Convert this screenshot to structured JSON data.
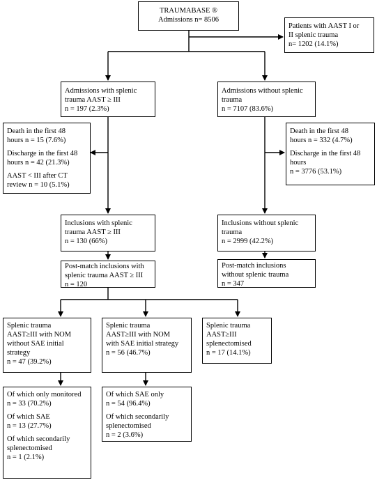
{
  "boxes": {
    "traumabase": {
      "lines": [
        "TRAUMABASE ®",
        "Admissions n= 8506"
      ]
    },
    "aast_low": {
      "lines": [
        "Patients with AAST I or",
        "II splenic trauma",
        "n= 1202 (14.1%)"
      ]
    },
    "splenic_adm": {
      "lines": [
        "Admissions with splenic",
        "trauma AAST ≥ III",
        "n = 197 (2.3%)"
      ]
    },
    "nonsplenic_adm": {
      "lines": [
        "Admissions without splenic",
        "trauma",
        "n = 7107 (83.6%)"
      ]
    },
    "excl_left": {
      "paras": [
        [
          "Death in the first 48",
          "hours n = 15 (7.6%)"
        ],
        [
          "Discharge in the first 48",
          "hours n = 42 (21.3%)"
        ],
        [
          "AAST < III after CT",
          "review n = 10 (5.1%)"
        ]
      ]
    },
    "excl_right": {
      "paras": [
        [
          "Death in the first 48",
          "hours n = 332 (4.7%)"
        ],
        [
          "Discharge in the first 48",
          "hours",
          "n = 3776 (53.1%)"
        ]
      ]
    },
    "incl_splenic": {
      "lines": [
        "Inclusions with splenic",
        "trauma AAST ≥ III",
        "n = 130 (66%)"
      ]
    },
    "incl_nonsplenic": {
      "lines": [
        "Inclusions without splenic",
        "trauma",
        "n = 2999 (42.2%)"
      ]
    },
    "pm_splenic": {
      "lines": [
        "Post-match inclusions with",
        "splenic trauma AAST ≥ III",
        "n = 120"
      ]
    },
    "pm_nonsplenic": {
      "lines": [
        "Post-match inclusions",
        "without splenic trauma",
        "n = 347"
      ]
    },
    "nom_nosae": {
      "lines": [
        "Splenic trauma",
        "AAST≥III with NOM",
        "without SAE initial",
        "strategy",
        "n = 47 (39.2%)"
      ]
    },
    "nom_sae": {
      "lines": [
        "Splenic trauma",
        "AAST≥III with NOM",
        "with SAE initial strategy",
        "n = 56 (46.7%)"
      ]
    },
    "splenectomised": {
      "lines": [
        "Splenic trauma",
        "AAST≥III",
        "splenectomised",
        "n = 17 (14.1%)"
      ]
    },
    "sub_nosae": {
      "paras": [
        [
          "Of which only monitored",
          "n = 33 (70.2%)"
        ],
        [
          "Of which SAE",
          "n = 13 (27.7%)"
        ],
        [
          "Of which secondarily",
          "splenectomised",
          "n = 1 (2.1%)"
        ]
      ]
    },
    "sub_sae": {
      "paras": [
        [
          "Of which SAE only",
          "n = 54 (96.4%)"
        ],
        [
          "Of which secondarily",
          "splenectomised",
          "n = 2 (3.6%)"
        ]
      ]
    }
  }
}
